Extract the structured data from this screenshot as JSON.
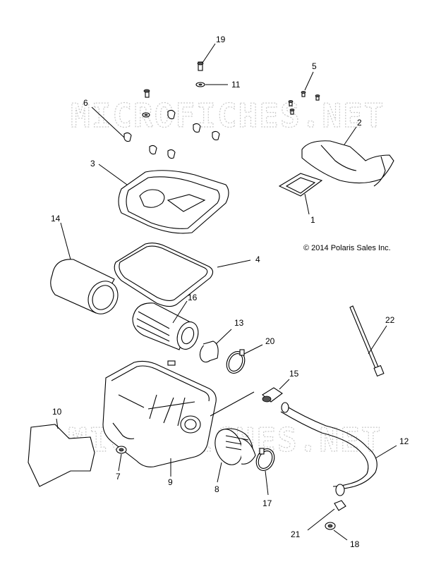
{
  "diagram": {
    "watermark": "MICROFICHES.NET",
    "copyright": "© 2014 Polaris Sales Inc.",
    "part_labels": [
      "1",
      "2",
      "3",
      "4",
      "5",
      "6",
      "7",
      "8",
      "9",
      "10",
      "11",
      "12",
      "13",
      "14",
      "15",
      "16",
      "17",
      "18",
      "19",
      "20",
      "21",
      "22"
    ]
  }
}
